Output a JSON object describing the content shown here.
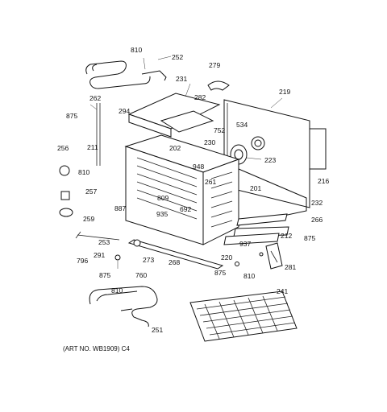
{
  "caption": "(ART NO. WB1909) C4",
  "labels": {
    "l810a": "810",
    "l252": "252",
    "l279": "279",
    "l231": "231",
    "l219": "219",
    "l262a": "262",
    "l294": "294",
    "l282": "282",
    "l875a": "875",
    "l752": "752",
    "l534": "534",
    "l230": "230",
    "l211": "211",
    "l256": "256",
    "l202": "202",
    "l223": "223",
    "l948": "948",
    "l810b": "810",
    "l216": "216",
    "l261": "261",
    "l201": "201",
    "l257": "257",
    "l809": "809",
    "l692": "692",
    "l232": "232",
    "l887": "887",
    "l935": "935",
    "l266": "266",
    "l259": "259",
    "l212": "212",
    "l875b": "875",
    "l253": "253",
    "l937": "937",
    "l291": "291",
    "l273": "273",
    "l268": "268",
    "l220": "220",
    "l796": "796",
    "l281": "281",
    "l875c": "875",
    "l760": "760",
    "l875d": "875",
    "l810c": "810",
    "l810d": "810",
    "l241": "241",
    "l251": "251"
  }
}
